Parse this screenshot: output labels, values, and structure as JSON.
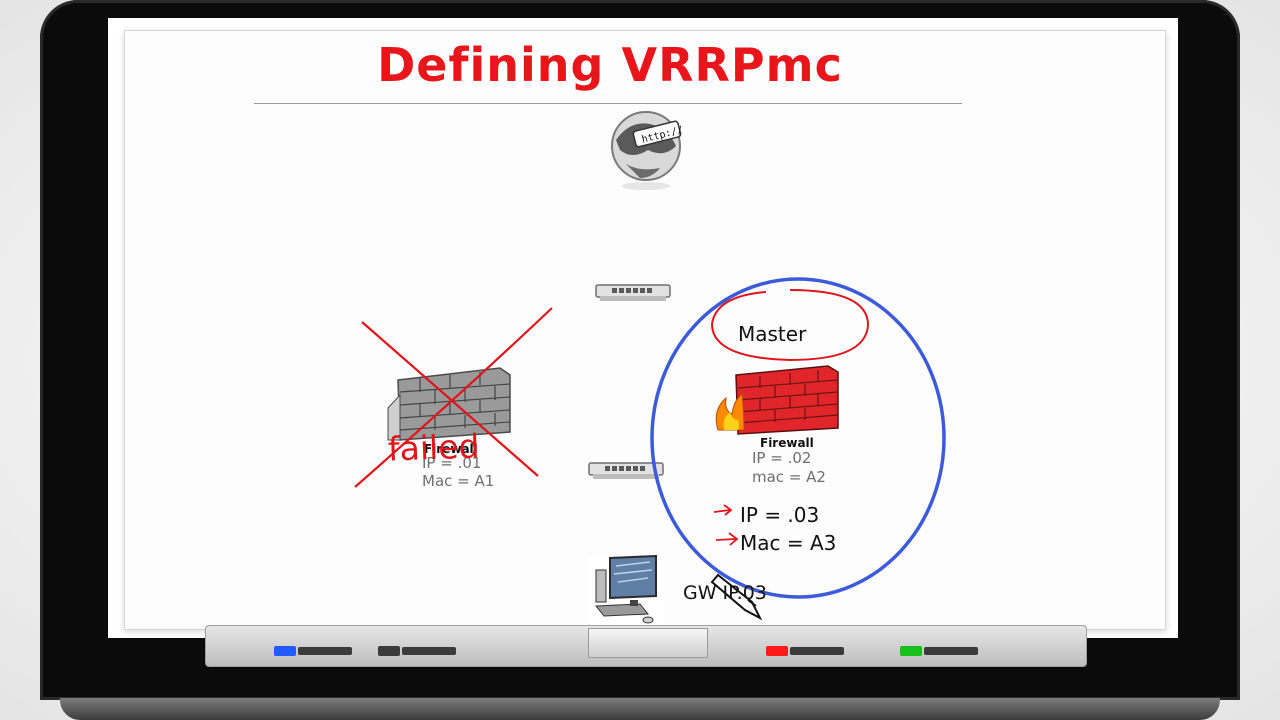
{
  "slide": {
    "title": "Defining VRRPmc"
  },
  "left_firewall": {
    "caption": "Firewall",
    "ip": "IP = .01",
    "mac": "Mac = A1",
    "status_annotation": "failed",
    "icon": "firewall-icon"
  },
  "right_firewall": {
    "caption": "Firewall",
    "ip": "IP = .02",
    "mac": "mac = A2",
    "role_annotation": "Master",
    "icon": "firewall-flame-icon"
  },
  "virtual": {
    "ip": "IP = .03",
    "mac": "Mac = A3"
  },
  "client": {
    "gateway_label": "GW IP.03",
    "icon": "workstation-icon"
  },
  "internet": {
    "icon": "globe-http-icon"
  },
  "switches": [
    {
      "icon": "switch-icon"
    },
    {
      "icon": "switch-icon"
    }
  ],
  "markers": [
    {
      "color": "#1f5bff"
    },
    {
      "color": "#3b3b3b"
    },
    {
      "color": "#ff1a1a"
    },
    {
      "color": "#16c21a"
    }
  ],
  "colors": {
    "title": "#e8151b",
    "annotation_red": "#e0141b",
    "highlight_blue": "#3b5bdb"
  }
}
